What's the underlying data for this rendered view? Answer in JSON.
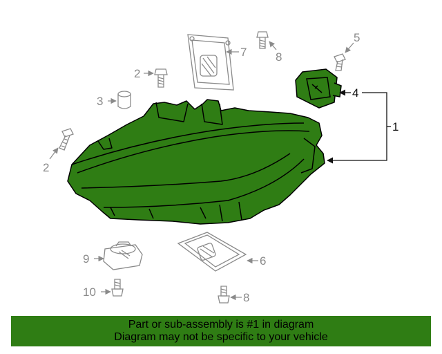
{
  "colors": {
    "highlight_fill": "#2f7d14",
    "outline": "#000000",
    "gray_part": "#8a8a8a",
    "banner_bg": "#2f7d14"
  },
  "callouts": {
    "c1": "1",
    "c2a": "2",
    "c2b": "2",
    "c3": "3",
    "c4": "4",
    "c5": "5",
    "c6": "6",
    "c7": "7",
    "c8a": "8",
    "c8b": "8",
    "c9": "9",
    "c10": "10"
  },
  "banner": {
    "line1": "Part or sub-assembly is #1 in diagram",
    "line2": "Diagram may not be specific to your vehicle"
  }
}
